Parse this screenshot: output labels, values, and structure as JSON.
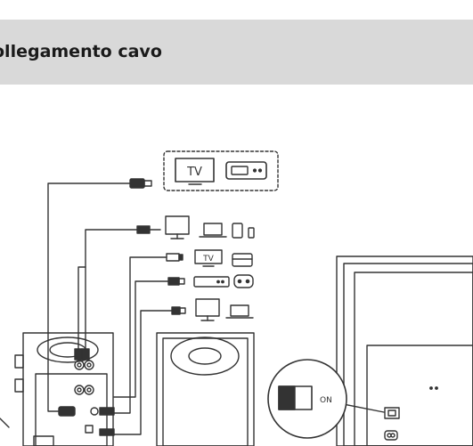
{
  "header": {
    "title": "ollegamento cavo"
  },
  "labels": {
    "tv_large": "TV",
    "tv_small": "TV",
    "switch_on": "ON"
  }
}
